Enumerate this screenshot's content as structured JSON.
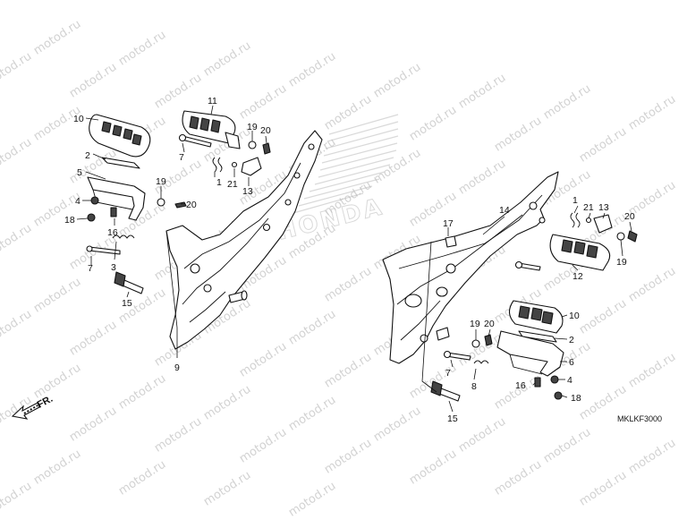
{
  "watermark": {
    "text": "motod.ru"
  },
  "brand": {
    "name": "HONDA"
  },
  "diagram": {
    "code": "MKLKF3000",
    "direction_label": "FR.",
    "callouts": {
      "left": [
        "10",
        "2",
        "5",
        "4",
        "18",
        "7",
        "3",
        "16",
        "11",
        "7",
        "1",
        "21",
        "19",
        "20",
        "13",
        "19",
        "20",
        "15",
        "9"
      ],
      "right": [
        "17",
        "14",
        "1",
        "21",
        "13",
        "20",
        "19",
        "12",
        "10",
        "2",
        "6",
        "19",
        "20",
        "4",
        "18",
        "16",
        "7",
        "8",
        "15"
      ]
    }
  }
}
